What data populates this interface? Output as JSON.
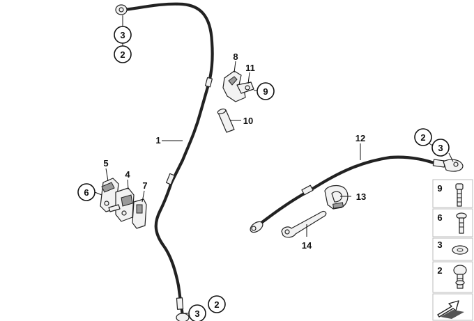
{
  "callouts": {
    "c1": "1",
    "c2_top": "2",
    "c3_top": "3",
    "c4": "4",
    "c5": "5",
    "c6": "6",
    "c7": "7",
    "c8": "8",
    "c9": "9",
    "c10": "10",
    "c11": "11",
    "c12": "12",
    "c2_right": "2",
    "c3_right": "3",
    "c13": "13",
    "c14": "14",
    "c3_bottom": "3",
    "c2_bottom": "2"
  },
  "legend": {
    "items": [
      {
        "number": "9",
        "icon": "bolt-icon"
      },
      {
        "number": "6",
        "icon": "screw-icon"
      },
      {
        "number": "3",
        "icon": "washer-icon"
      },
      {
        "number": "2",
        "icon": "banjo-bolt-icon"
      }
    ],
    "bottom_icon": "arrow-icon"
  },
  "colors": {
    "line": "#222222",
    "background": "#ffffff",
    "legend_border": "#bbbbbb"
  }
}
